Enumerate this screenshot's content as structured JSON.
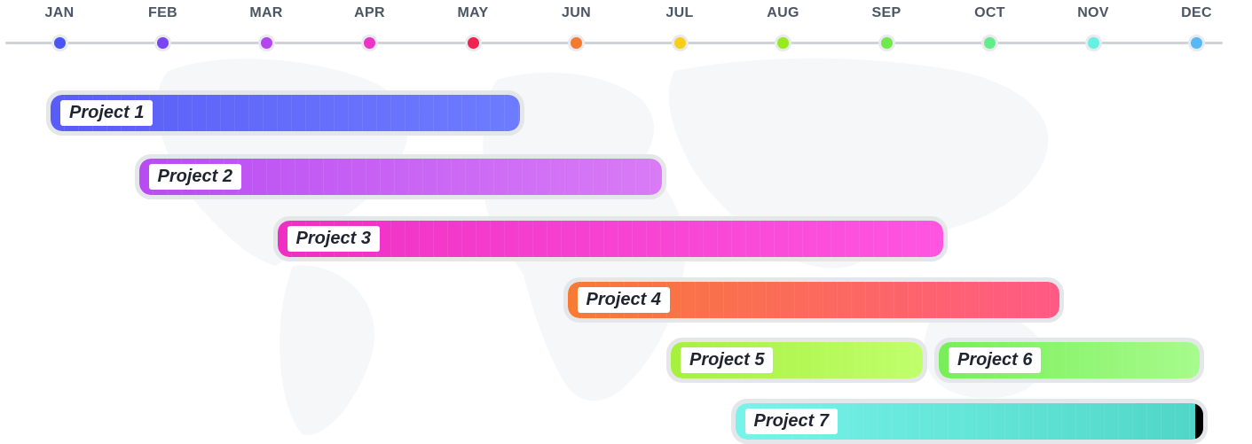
{
  "chart_data": {
    "type": "gantt",
    "title": "",
    "months": [
      {
        "label": "JAN",
        "color": "#4a55f5"
      },
      {
        "label": "FEB",
        "color": "#7b44f2"
      },
      {
        "label": "MAR",
        "color": "#b346ef"
      },
      {
        "label": "APR",
        "color": "#ec33c8"
      },
      {
        "label": "MAY",
        "color": "#ef2350"
      },
      {
        "label": "JUN",
        "color": "#f47a32"
      },
      {
        "label": "JUL",
        "color": "#f7cf17"
      },
      {
        "label": "AUG",
        "color": "#96ea1e"
      },
      {
        "label": "SEP",
        "color": "#6ee84a"
      },
      {
        "label": "OCT",
        "color": "#62ec8a"
      },
      {
        "label": "NOV",
        "color": "#65f0e4"
      },
      {
        "label": "DEC",
        "color": "#58b8f4"
      }
    ],
    "projects": [
      {
        "name": "Project 1",
        "start": "JAN",
        "end": "MAY",
        "row": 1,
        "color_start": "#5a5cf6",
        "color_end": "#6d7cff"
      },
      {
        "name": "Project 2",
        "start": "FEB",
        "end": "JUL",
        "row": 2,
        "color_start": "#b84cf3",
        "color_end": "#d97bf6"
      },
      {
        "name": "Project 3",
        "start": "APR",
        "end": "SEP",
        "row": 3,
        "color_start": "#ef2fc3",
        "color_end": "#ff55e0"
      },
      {
        "name": "Project 4",
        "start": "JUN",
        "end": "OCT",
        "row": 4,
        "color_start": "#f77a34",
        "color_end": "#ff5a85"
      },
      {
        "name": "Project 5",
        "start": "JUL",
        "end": "SEP",
        "row": 5,
        "color_start": "#a6f03e",
        "color_end": "#c0ff6c"
      },
      {
        "name": "Project 6",
        "start": "SEP",
        "end": "DEC",
        "row": 5,
        "color_start": "#78ee58",
        "color_end": "#a6fb8c"
      },
      {
        "name": "Project 7",
        "start": "AUG",
        "end": "DEC",
        "row": 6,
        "color_start": "#77f4ea",
        "color_end": "#4fd6c6",
        "end_cap": true
      }
    ]
  }
}
